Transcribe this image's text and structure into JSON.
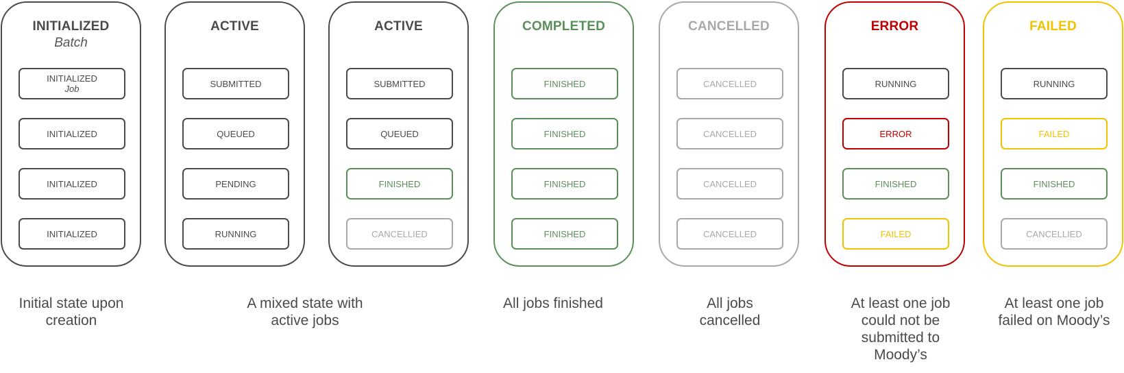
{
  "colors": {
    "dark": "#4a4a4a",
    "green": "#5a8f5a",
    "grey": "#a8a8a8",
    "red": "#c00000",
    "yellow": "#f2c200"
  },
  "batches": [
    {
      "title": "INITIALIZED",
      "subtitle": "Batch",
      "color": "dark",
      "jobs": [
        {
          "label": "INITIALIZED",
          "sub": "Job",
          "color": "dark"
        },
        {
          "label": "INITIALIZED",
          "color": "dark"
        },
        {
          "label": "INITIALIZED",
          "color": "dark"
        },
        {
          "label": "INITIALIZED",
          "color": "dark"
        }
      ]
    },
    {
      "title": "ACTIVE",
      "color": "dark",
      "jobs": [
        {
          "label": "SUBMITTED",
          "color": "dark"
        },
        {
          "label": "QUEUED",
          "color": "dark"
        },
        {
          "label": "PENDING",
          "color": "dark"
        },
        {
          "label": "RUNNING",
          "color": "dark"
        }
      ]
    },
    {
      "title": "ACTIVE",
      "color": "dark",
      "jobs": [
        {
          "label": "SUBMITTED",
          "color": "dark"
        },
        {
          "label": "QUEUED",
          "color": "dark"
        },
        {
          "label": "FINISHED",
          "color": "green"
        },
        {
          "label": "CANCELLIED",
          "color": "grey"
        }
      ]
    },
    {
      "title": "COMPLETED",
      "color": "green",
      "jobs": [
        {
          "label": "FINISHED",
          "color": "green"
        },
        {
          "label": "FINISHED",
          "color": "green"
        },
        {
          "label": "FINISHED",
          "color": "green"
        },
        {
          "label": "FINISHED",
          "color": "green"
        }
      ]
    },
    {
      "title": "CANCELLED",
      "color": "grey",
      "jobs": [
        {
          "label": "CANCELLED",
          "color": "grey"
        },
        {
          "label": "CANCELLED",
          "color": "grey"
        },
        {
          "label": "CANCELLED",
          "color": "grey"
        },
        {
          "label": "CANCELLED",
          "color": "grey"
        }
      ]
    },
    {
      "title": "ERROR",
      "color": "red",
      "jobs": [
        {
          "label": "RUNNING",
          "color": "dark"
        },
        {
          "label": "ERROR",
          "color": "red"
        },
        {
          "label": "FINISHED",
          "color": "green"
        },
        {
          "label": "FAILED",
          "color": "yellow"
        }
      ]
    },
    {
      "title": "FAILED",
      "color": "yellow",
      "jobs": [
        {
          "label": "RUNNING",
          "color": "dark"
        },
        {
          "label": "FAILED",
          "color": "yellow"
        },
        {
          "label": "FINISHED",
          "color": "green"
        },
        {
          "label": "CANCELLIED",
          "color": "grey"
        }
      ]
    }
  ],
  "captions": [
    {
      "text": "Initial state upon creation"
    },
    {
      "text": "A mixed state with active jobs"
    },
    {
      "text": "All jobs finished"
    },
    {
      "text": "All jobs cancelled"
    },
    {
      "text": "At least one job could not be submitted to Moody’s"
    },
    {
      "text": "At least one job failed on Moody’s"
    }
  ]
}
